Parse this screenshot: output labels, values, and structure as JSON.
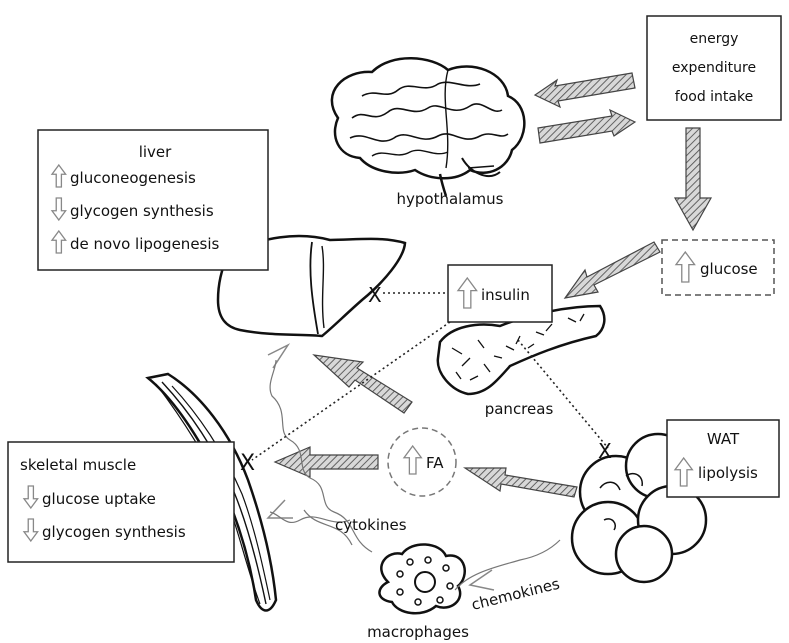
{
  "boxes": {
    "energy": [
      "energy",
      "expenditure",
      "food intake"
    ],
    "liver": {
      "title": "liver",
      "items": [
        {
          "dir": "up",
          "text": "gluconeogenesis"
        },
        {
          "dir": "down",
          "text": "glycogen synthesis"
        },
        {
          "dir": "up",
          "text": "de novo lipogenesis"
        }
      ]
    },
    "glucose": {
      "dir": "up",
      "text": "glucose"
    },
    "insulin": {
      "dir": "up",
      "text": "insulin"
    },
    "fa": {
      "dir": "up",
      "text": "FA"
    },
    "wat": {
      "title": "WAT",
      "dir": "up",
      "text": "lipolysis"
    },
    "muscle": {
      "title": "skeletal muscle",
      "items": [
        {
          "dir": "down",
          "text": "glucose uptake"
        },
        {
          "dir": "down",
          "text": "glycogen synthesis"
        }
      ]
    }
  },
  "labels": {
    "hypothalamus": "hypothalamus",
    "pancreas": "pancreas",
    "cytokines": "cytokines",
    "chemokines": "chemokines",
    "macrophages": "macrophages"
  },
  "markers": {
    "block": "X"
  }
}
